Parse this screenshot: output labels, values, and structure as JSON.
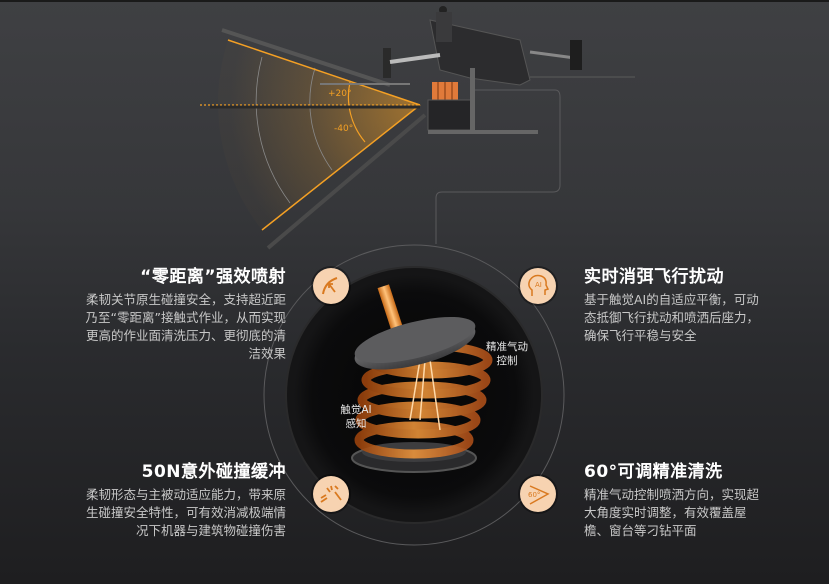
{
  "diagram": {
    "angles": [
      {
        "label": "+20°",
        "value": 20
      },
      {
        "label": "-40°",
        "value": -40
      }
    ],
    "center_labels": {
      "pneumatic": "精准气动\n控制",
      "pneumatic_line1": "精准气动",
      "pneumatic_line2": "控制",
      "tactile_line1": "触觉AI",
      "tactile_line2": "感知"
    }
  },
  "features": [
    {
      "id": "zero-distance",
      "icon": "spray-arc-icon",
      "title": "“零距离”强效喷射",
      "desc_lines": [
        "柔韧关节原生碰撞安全，支持超近距",
        "乃至“零距离”接触式作业，从而实现",
        "更高的作业面清洗压力、更彻底的清",
        "洁效果"
      ]
    },
    {
      "id": "flight-disturbance",
      "icon": "ai-head-icon",
      "title": "实时消弭飞行扰动",
      "desc_lines": [
        "基于触觉AI的自适应平衡，可动",
        "态抵御飞行扰动和喷洒后座力，",
        "确保飞行平稳与安全"
      ]
    },
    {
      "id": "collision-buffer",
      "icon": "impact-icon",
      "title": "50N意外碰撞缓冲",
      "desc_lines": [
        "柔韧形态与主被动适应能力，带来原",
        "生碰撞安全特性，可有效消减极端情",
        "况下机器与建筑物碰撞伤害"
      ]
    },
    {
      "id": "adjustable-cleaning",
      "icon": "angle-60-icon",
      "title": "60°可调精准清洗",
      "desc_lines": [
        "精准气动控制喷洒方向，实现超",
        "大角度实时调整，有效覆盖屋",
        "檐、窗台等刁钻平面"
      ],
      "icon_text": "60°"
    }
  ],
  "colors": {
    "accent": "#f4a024",
    "badge_bg": "#f7d3b1",
    "icon_stroke": "#d9791f",
    "bg_top": "#3f4043",
    "bg_bottom": "#1e1e20"
  }
}
